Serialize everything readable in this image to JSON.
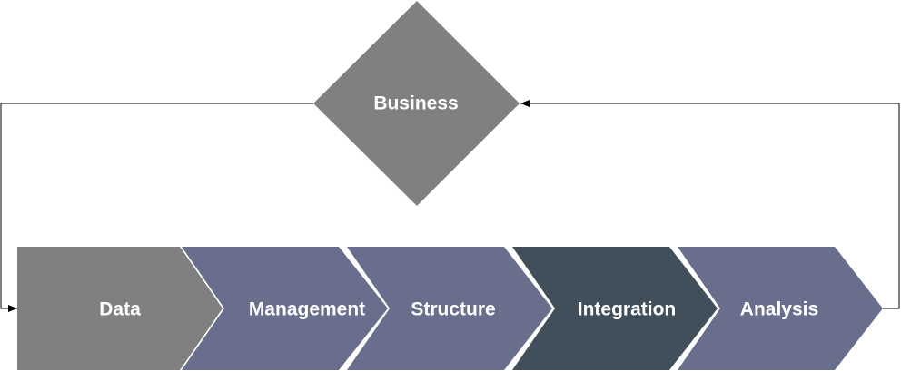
{
  "diagram": {
    "decision": {
      "label": "Business",
      "color": "#808080"
    },
    "steps": [
      {
        "label": "Data",
        "color": "#808080",
        "shape": "pentagon"
      },
      {
        "label": "Management",
        "color": "#686e8c",
        "shape": "chevron"
      },
      {
        "label": "Structure",
        "color": "#686e8c",
        "shape": "chevron"
      },
      {
        "label": "Integration",
        "color": "#404f59",
        "shape": "chevron"
      },
      {
        "label": "Analysis",
        "color": "#686e8c",
        "shape": "chevron"
      }
    ],
    "connectors": [
      {
        "from": "Analysis",
        "to": "Business"
      },
      {
        "from": "Business",
        "to": "Data"
      }
    ]
  }
}
